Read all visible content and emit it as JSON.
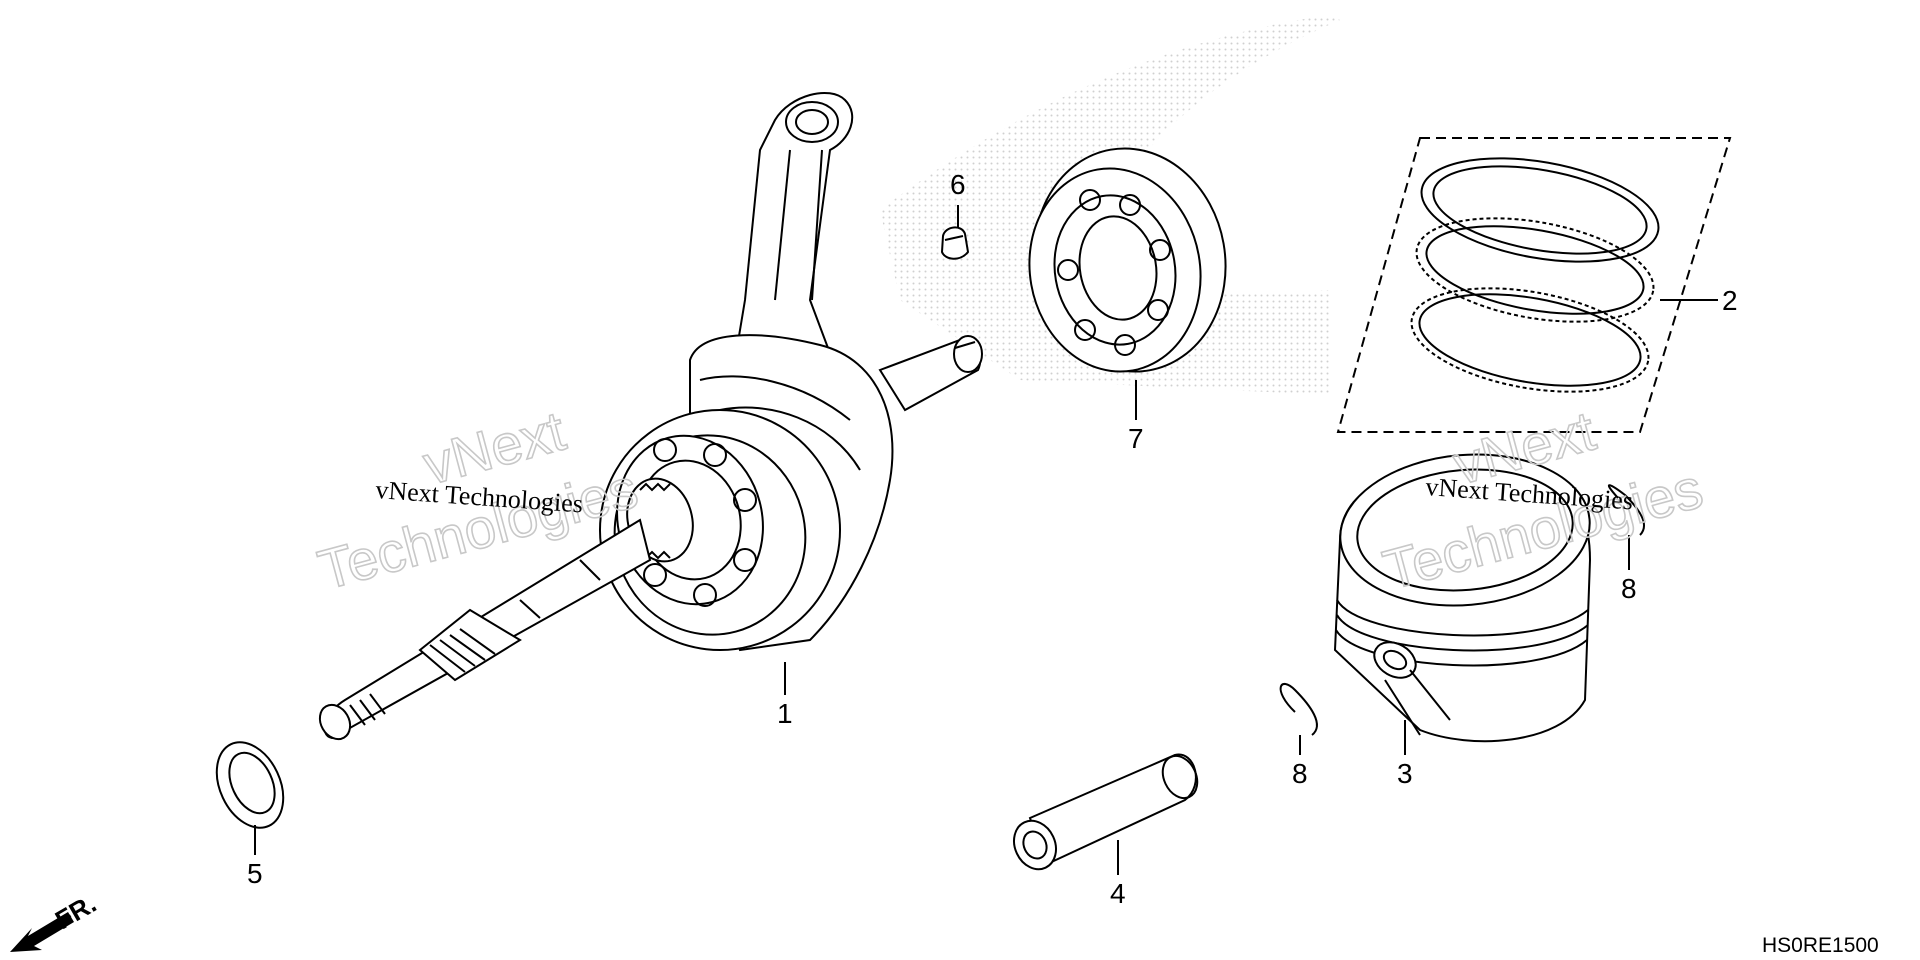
{
  "diagram": {
    "code": "HS0RE1500",
    "direction_label": "FR.",
    "watermark": {
      "line1": "vNext",
      "line2": "Technologies",
      "caption": "vNext Technologies"
    },
    "callouts": [
      {
        "id": "1",
        "label": "1"
      },
      {
        "id": "2",
        "label": "2"
      },
      {
        "id": "3",
        "label": "3"
      },
      {
        "id": "4",
        "label": "4"
      },
      {
        "id": "5",
        "label": "5"
      },
      {
        "id": "6",
        "label": "6"
      },
      {
        "id": "7",
        "label": "7"
      },
      {
        "id": "8a",
        "label": "8"
      },
      {
        "id": "8b",
        "label": "8"
      }
    ],
    "colors": {
      "line": "#000000",
      "watermark": "#c8c8c8",
      "stipple": "#d0d0d0",
      "background": "#ffffff"
    }
  }
}
